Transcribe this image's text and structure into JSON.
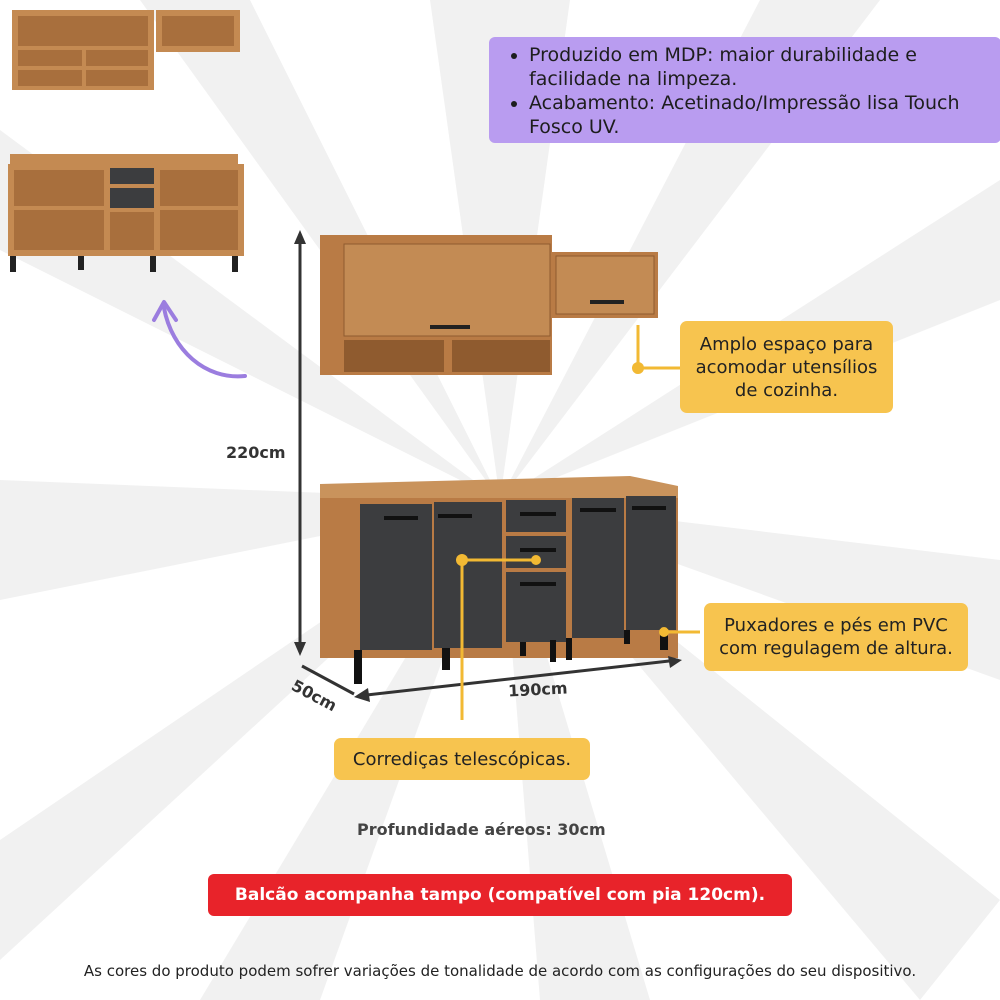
{
  "features": {
    "items": [
      "Produzido em MDP: maior durabilidade e facilidade na limpeza.",
      "Acabamento: Acetinado/Impressão lisa Touch Fosco UV."
    ]
  },
  "callouts": {
    "storage": "Amplo espaço para\nacomodar utensílios\nde cozinha.",
    "handles": "Puxadores e pés em PVC\ncom regulagem de altura.",
    "slides": "Corrediças telescópicas."
  },
  "dimensions": {
    "height": "220cm",
    "width": "190cm",
    "depth": "50cm"
  },
  "depth_note": "Profundidade aéreos: 30cm",
  "counter_note": "Balcão acompanha tampo (compatível com pia 120cm).",
  "disclaimer": "As cores do produto podem sofrer variações de tonalidade de acordo com as configurações do seu dispositivo.",
  "colors": {
    "wood": "#b97b45",
    "graphite": "#3c3d3f",
    "callout": "#f7c44f",
    "purple": "#b99cf0",
    "red": "#e8232a"
  }
}
